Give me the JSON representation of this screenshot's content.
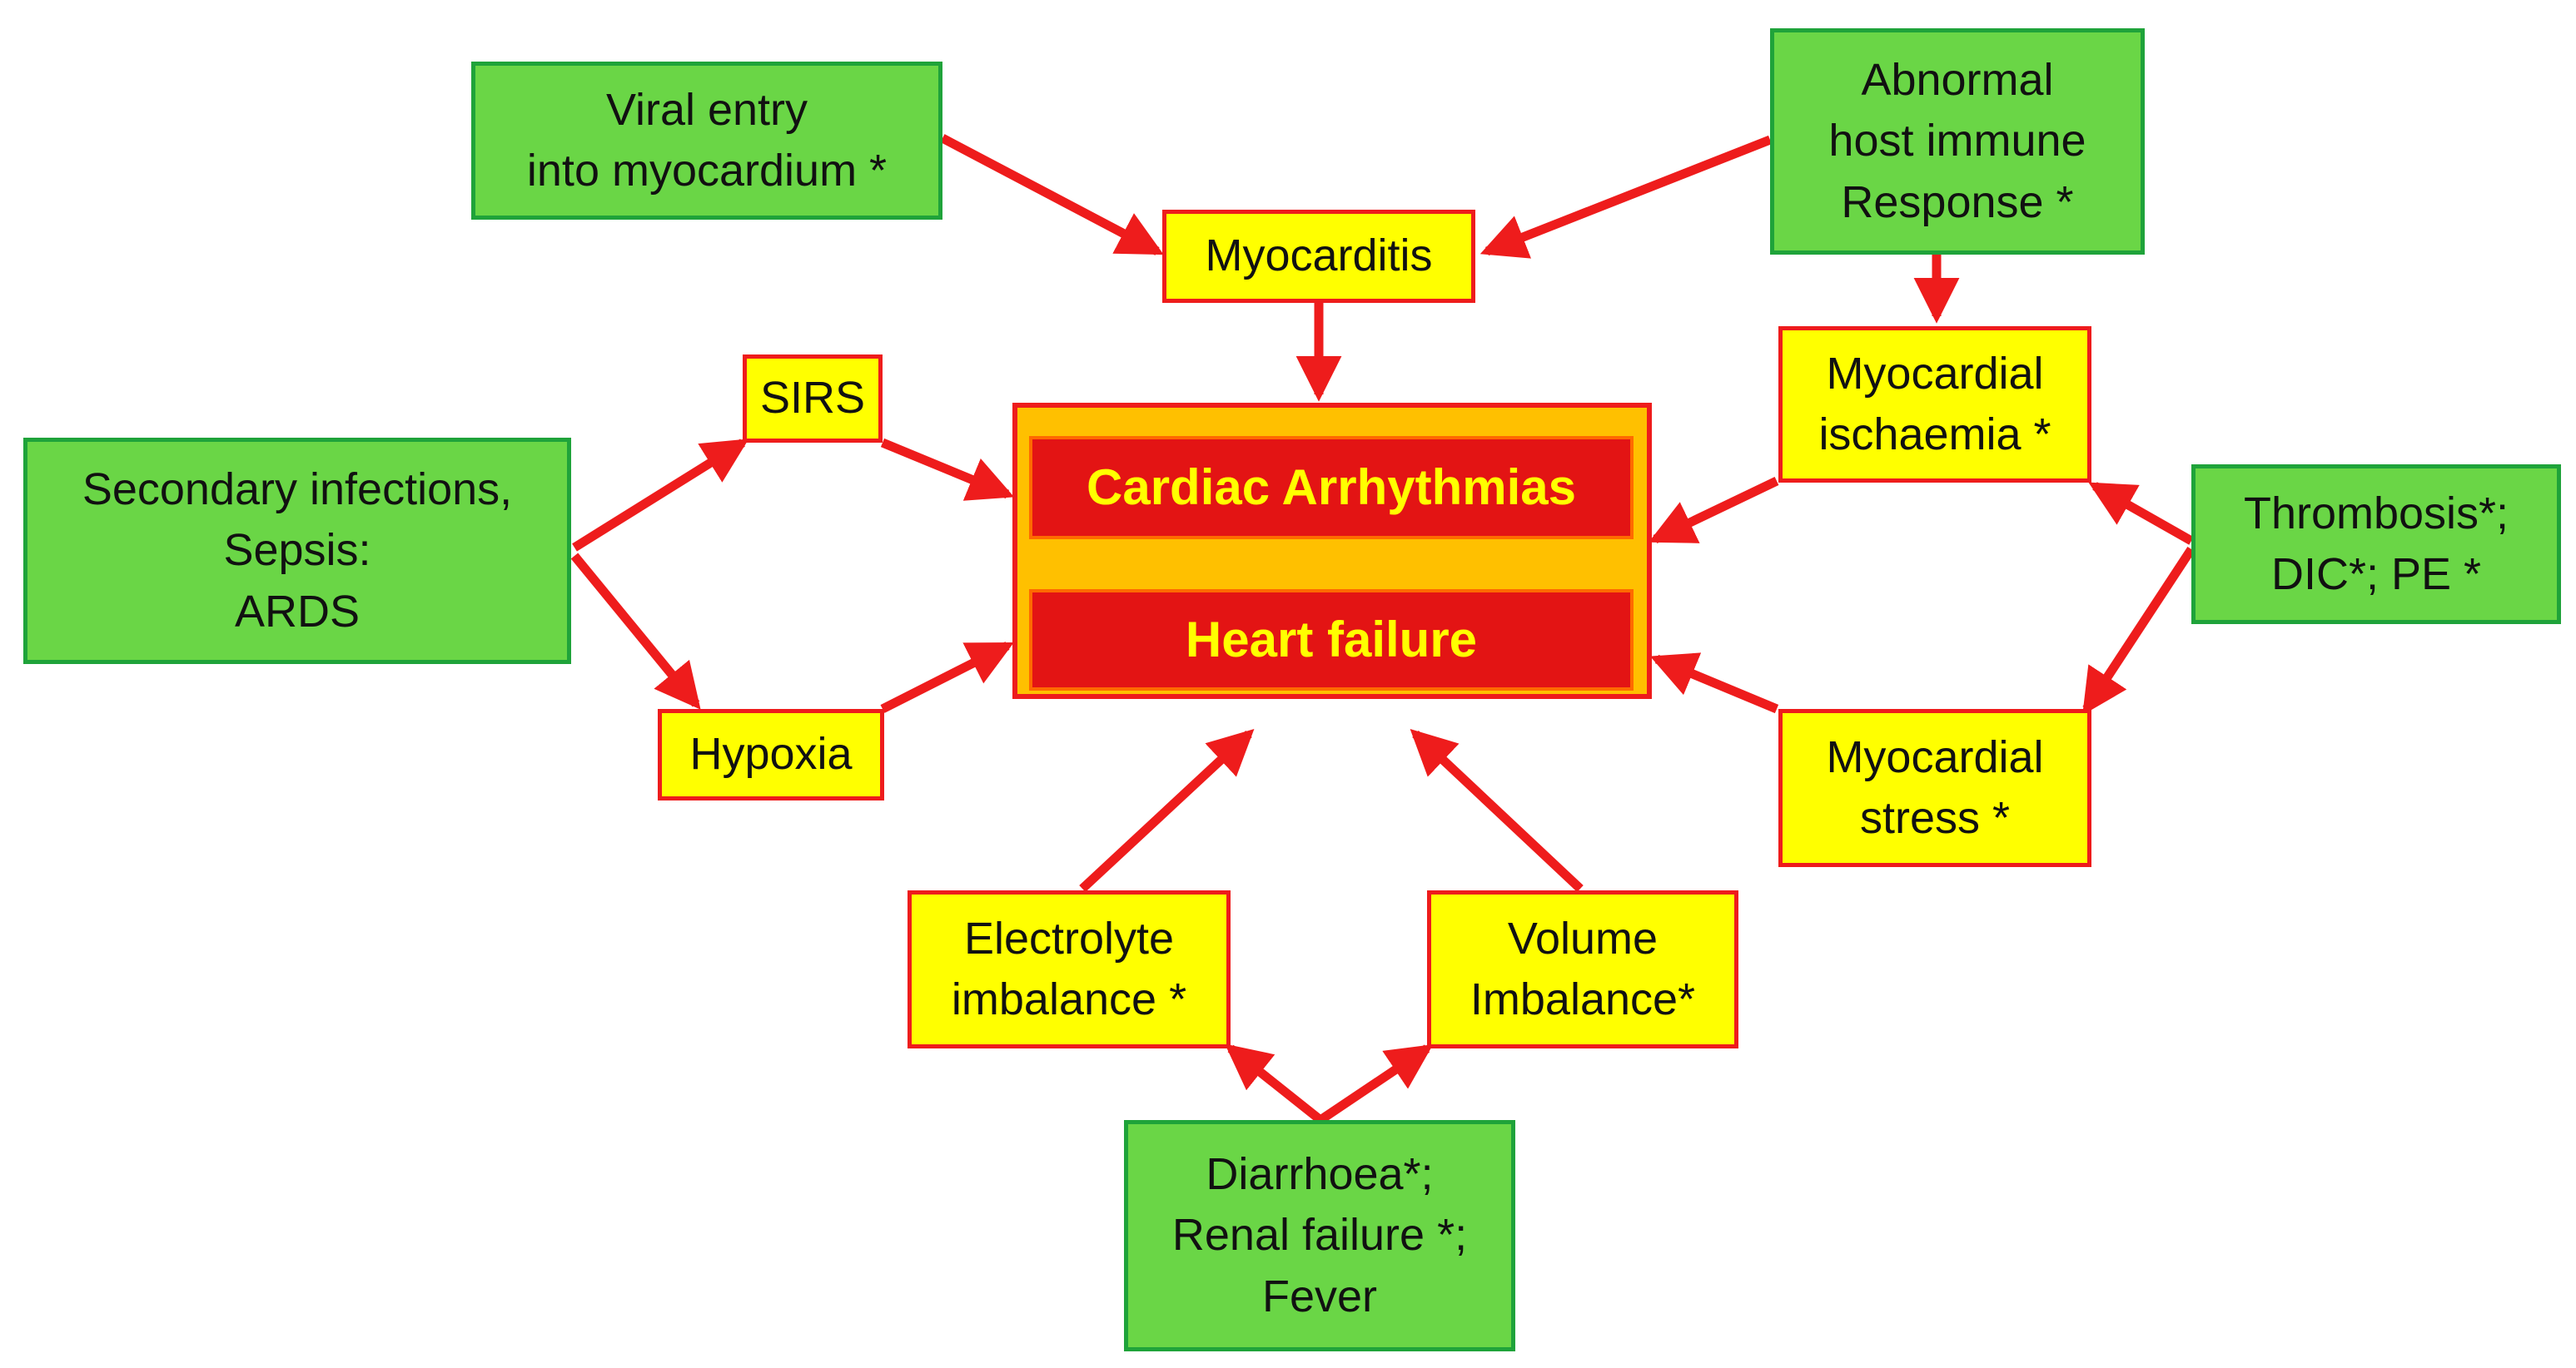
{
  "colors": {
    "cause_fill": "#6ad646",
    "cause_border": "#1fa33a",
    "mechanism_fill": "#ffff00",
    "mechanism_border": "#ee1c1c",
    "outcome_fill": "#e31414",
    "outcome_text": "#ffff00",
    "outcome_frame": "#ffc000",
    "arrow": "#ee1c1c"
  },
  "nodes": {
    "viral_entry": "Viral entry\ninto myocardium *",
    "abnormal_immune": "Abnormal\nhost immune\nResponse *",
    "myocarditis": "Myocarditis",
    "sirs": "SIRS",
    "secondary_infections": "Secondary infections,\nSepsis:\nARDS",
    "hypoxia": "Hypoxia",
    "myocardial_ischaemia": "Myocardial\nischaemia *",
    "thrombosis": "Thrombosis*;\nDIC*; PE *",
    "myocardial_stress": "Myocardial\nstress *",
    "electrolyte": "Electrolyte\nimbalance *",
    "volume": "Volume\nImbalance*",
    "diarrhoea": "Diarrhoea*;\nRenal failure *;\nFever",
    "cardiac_arrhythmias": "Cardiac Arrhythmias",
    "heart_failure": "Heart failure"
  }
}
